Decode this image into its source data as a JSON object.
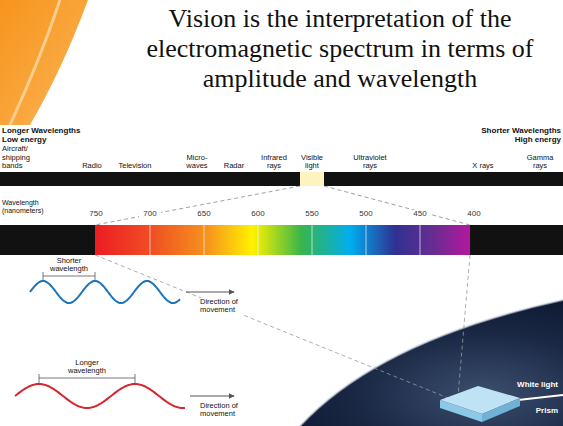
{
  "diagram": {
    "title": "Vision is the interpretation of the electromagnetic spectrum in terms of amplitude and wavelength",
    "labels": [
      "Longer Wavelengths",
      "Low energy",
      "Shorter Wavelengths",
      "High energy",
      "Aircraft/ shipping bands",
      "Radio",
      "Television",
      "Micro- waves",
      "Radar",
      "Infrared rays",
      "Visible light",
      "Ultraviolet rays",
      "X rays",
      "Gamma rays",
      "Wavelength (nanometers)",
      "750",
      "700",
      "650",
      "600",
      "550",
      "500",
      "450",
      "400",
      "Shorter wavelength",
      "Direction of movement",
      "Longer wavelength",
      "Direction of movement",
      "White light",
      "Prism"
    ]
  }
}
